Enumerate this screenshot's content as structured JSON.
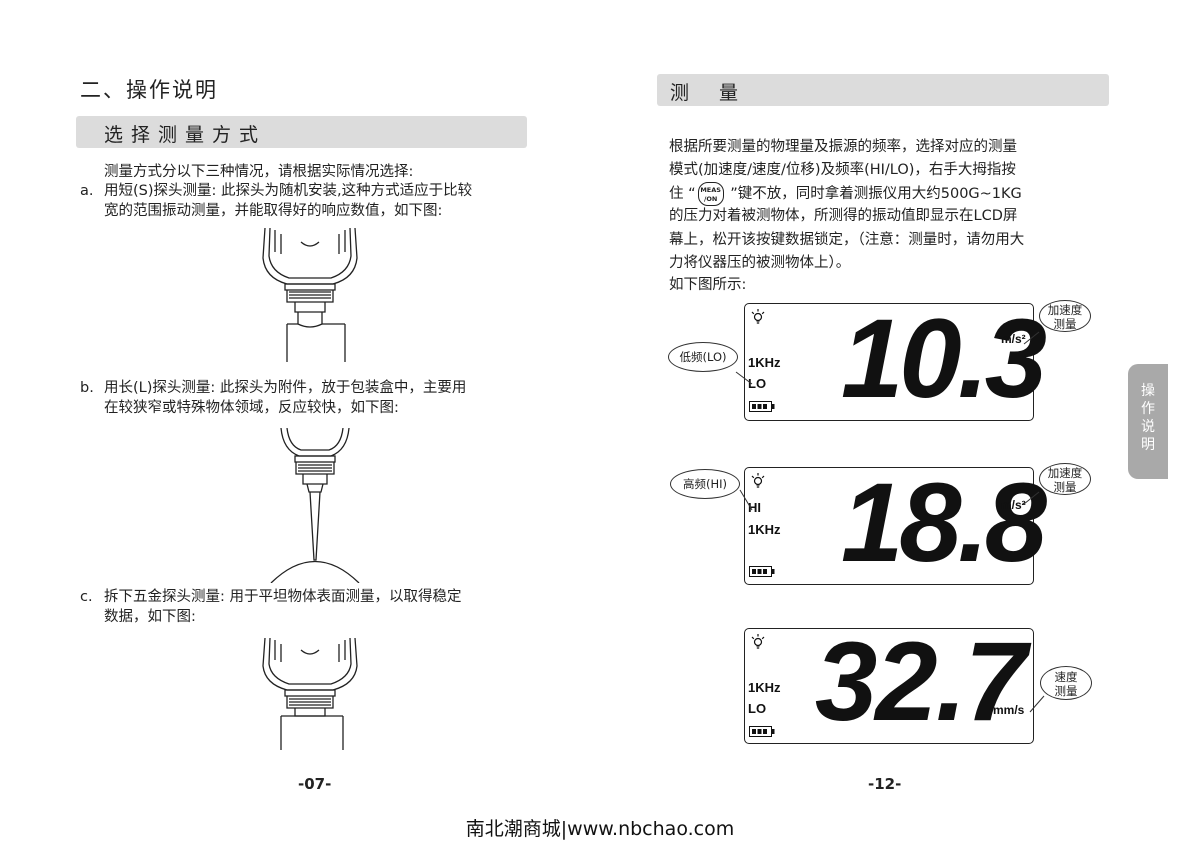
{
  "left": {
    "title": "二、操作说明",
    "section": "选择测量方式",
    "intro": "测量方式分以下三种情况，请根据实际情况选择:",
    "items": [
      {
        "marker": "a.",
        "line1": "用短(S)探头测量: 此探头为随机安装,这种方式适应于比较",
        "line2": "宽的范围振动测量，并能取得好的响应数值，如下图:"
      },
      {
        "marker": "b.",
        "line1": "用长(L)探头测量: 此探头为附件，放于包装盒中，主要用",
        "line2": "在较狭窄或特殊物体领域，反应较快，如下图:"
      },
      {
        "marker": "c.",
        "line1": "拆下五金探头测量: 用于平坦物体表面测量，以取得稳定",
        "line2": "数据，如下图:"
      }
    ],
    "page": "-07-"
  },
  "right": {
    "section": "测 量",
    "para_lines": [
      "根据所要测量的物理量及振源的频率，选择对应的测量",
      "模式(加速度/速度/位移)及频率(HI/LO)，右手大拇指按",
      "键不放，同时拿着测振仪用大约500G~1KG",
      "的压力对着被测物体，所测得的振动值即显示在LCD屏",
      "幕上，松开该按键数据锁定，（注意：测量时，请勿用大",
      "力将仪器压的被测物体上）。",
      "如下图所示:"
    ],
    "key_prefix": "住 “",
    "key_suffix": " ”",
    "key_top": "MEAS",
    "key_bottom": "/ON",
    "lcds": [
      {
        "reading": "10.3",
        "unit": "m/s²",
        "line_a": "1KHz",
        "line_b": "LO",
        "callout_left": "低频(LO)",
        "callout_right": "加速度\n测量"
      },
      {
        "reading": "18.8",
        "unit": "m/s²",
        "line_a": "HI",
        "line_b": "1KHz",
        "callout_left": "高频(HI)",
        "callout_right": "加速度\n测量"
      },
      {
        "reading": "32.7",
        "unit": "mm/s",
        "line_a": "1KHz",
        "line_b": "LO",
        "callout_right": "速度\n测量"
      }
    ],
    "page": "-12-"
  },
  "side_tab": "操\n作\n说\n明",
  "footer": "南北潮商城|www.nbchao.com"
}
